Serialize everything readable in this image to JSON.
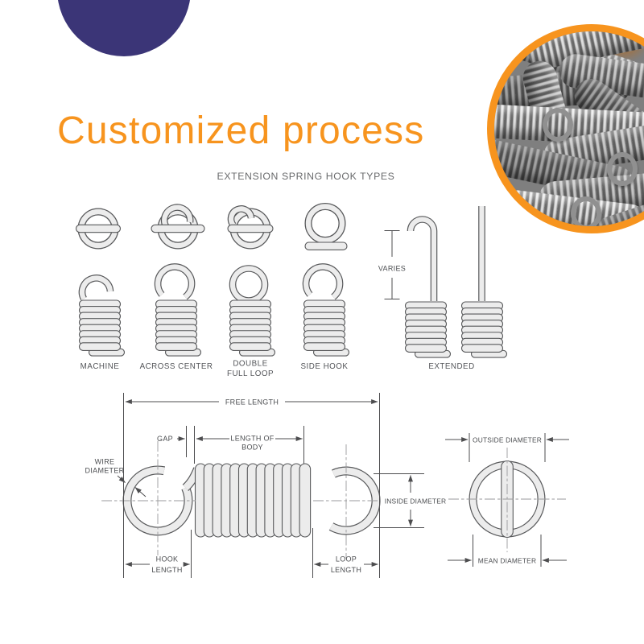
{
  "header": {
    "title": "Customized process"
  },
  "colors": {
    "accent_orange": "#f7941e",
    "navy_circle": "#3b3577",
    "spring_fill": "#ececec",
    "spring_outline": "#58595b",
    "diagram_line": "#4d4d4f",
    "label_text": "#54565a"
  },
  "hook_types": {
    "heading": "EXTENSION SPRING HOOK TYPES",
    "varies_label": "VARIES",
    "items": [
      {
        "line1": "MACHINE",
        "line2": ""
      },
      {
        "line1": "ACROSS CENTER",
        "line2": ""
      },
      {
        "line1": "DOUBLE",
        "line2": "FULL LOOP"
      },
      {
        "line1": "SIDE HOOK",
        "line2": ""
      },
      {
        "line1": "EXTENDED",
        "line2": ""
      }
    ]
  },
  "dimensions": {
    "free_length": "FREE LENGTH",
    "gap": "GAP",
    "length_of_body_line1": "LENGTH OF",
    "length_of_body_line2": "BODY",
    "wire_diameter_line1": "WIRE",
    "wire_diameter_line2": "DIAMETER",
    "hook_length_line1": "HOOK",
    "hook_length_line2": "LENGTH",
    "loop_length_line1": "LOOP",
    "loop_length_line2": "LENGTH",
    "inside_diameter": "INSIDE DIAMETER",
    "outside_diameter": "OUTSIDE DIAMETER",
    "mean_diameter": "MEAN DIAMETER"
  }
}
